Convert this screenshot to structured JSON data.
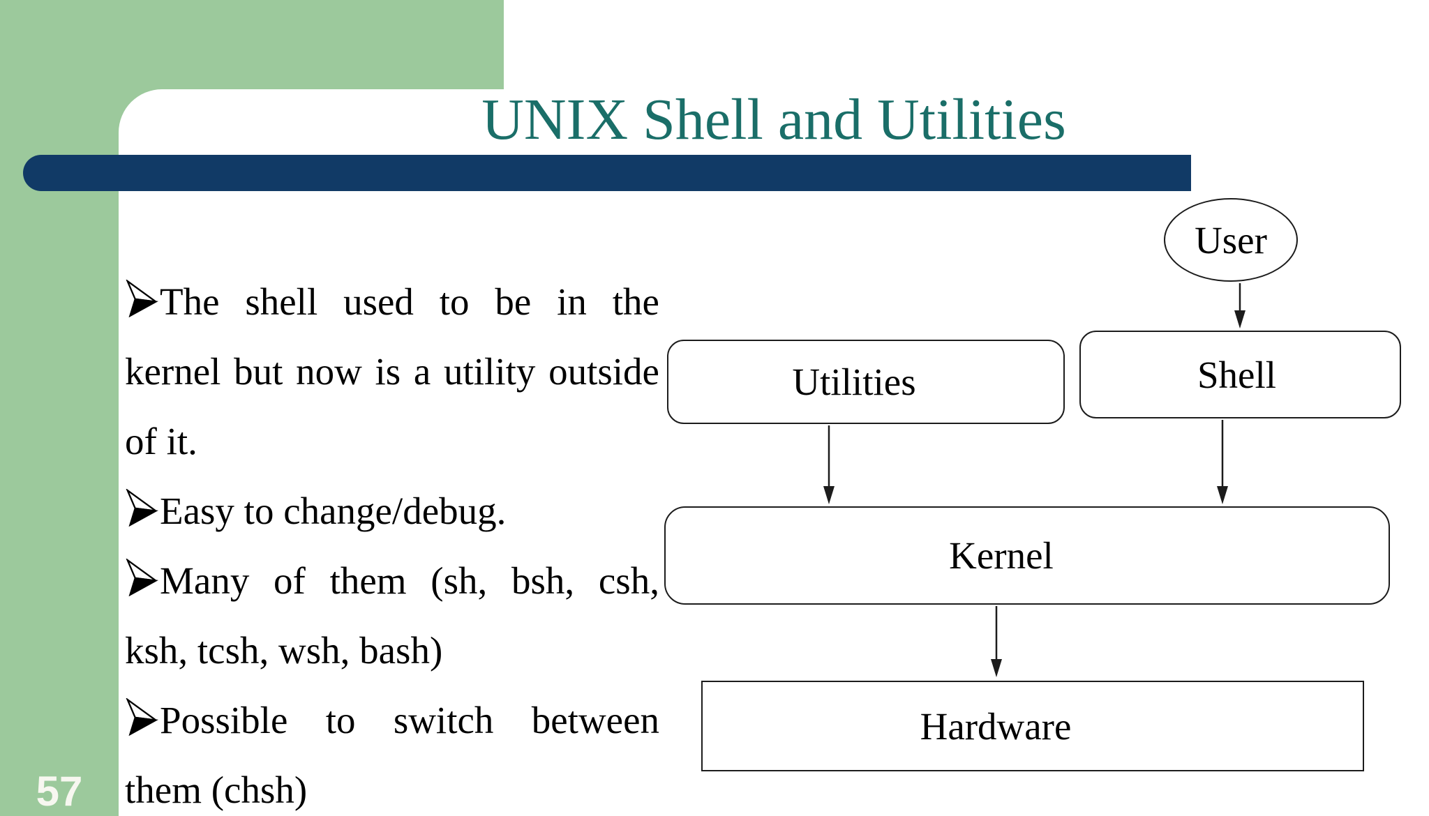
{
  "slide": {
    "title": "UNIX Shell and Utilities",
    "page_number": "57",
    "bullet_glyph": "➢",
    "bullets": [
      {
        "lines": [
          {
            "text": "The shell used to be in the",
            "justify": true,
            "bullet": true
          },
          {
            "text": "kernel but now is a utility outside",
            "justify": true
          },
          {
            "text": "of it."
          }
        ]
      },
      {
        "lines": [
          {
            "text": "Easy to change/debug.",
            "bullet": true
          }
        ]
      },
      {
        "lines": [
          {
            "text": "Many of them (sh, bsh, csh,",
            "justify": true,
            "bullet": true
          },
          {
            "text": "ksh, tcsh, wsh, bash)"
          }
        ]
      },
      {
        "lines": [
          {
            "text": "Possible to switch between",
            "justify": true,
            "bullet": true
          },
          {
            "text": "them (chsh)"
          }
        ]
      }
    ],
    "diagram": {
      "user_label": "User",
      "utilities_label": "Utilities",
      "shell_label": "Shell",
      "kernel_label": "Kernel",
      "hardware_label": "Hardware"
    },
    "colors": {
      "accent_green": "#9CC99C",
      "bar_navy": "#113A66",
      "title_teal": "#1A6E68",
      "page_number_color": "#F7F7F0",
      "diagram_line": "#1C1C1C"
    }
  }
}
